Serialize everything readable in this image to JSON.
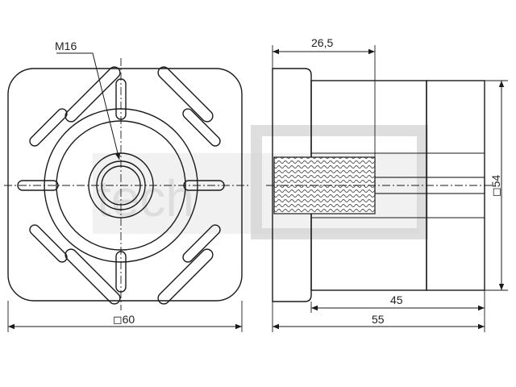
{
  "colors": {
    "line": "#1a1a1a",
    "watermark": "#d9d9d9",
    "thread_fill": "#aaaaaa"
  },
  "watermark": {
    "text": "tech"
  },
  "front_view": {
    "thread_label": "M16",
    "width_label": "◻60"
  },
  "side_view": {
    "dim_top": "26,5",
    "dim_height": "◻54",
    "dim_inner_length": "45",
    "dim_total_length": "55"
  }
}
